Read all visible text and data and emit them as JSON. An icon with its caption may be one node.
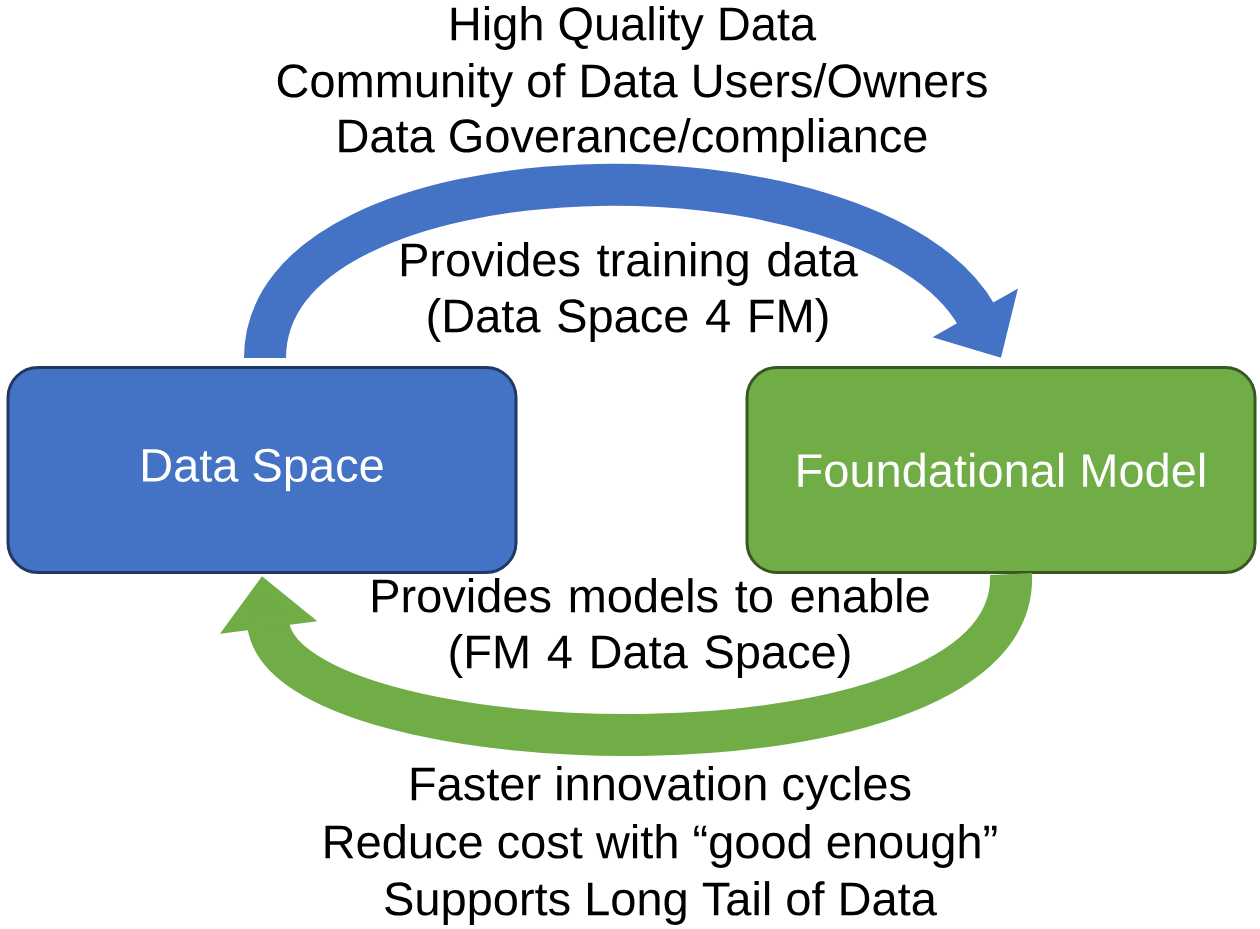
{
  "diagram": {
    "nodes": [
      {
        "text": [
          "Data Space"
        ]
      },
      {
        "text": [
          "Foundational Model"
        ]
      }
    ],
    "edges": [
      {
        "from": 0,
        "to": 1,
        "arrow": "to",
        "label": "Provides training data (Data Space 4 FM)",
        "color": "#4472c4"
      },
      {
        "from": 1,
        "to": 0,
        "arrow": "to",
        "label": "Provides models to enable (FM 4 Data Space)",
        "color": "#70ad47"
      }
    ],
    "labels": [
      "High Quality Data",
      "Community of Data Users/Owners",
      "Data Goverance/compliance",
      "Faster innovation cycles",
      "Reduce cost with “good enough”",
      "Supports Long Tail of Data"
    ]
  }
}
